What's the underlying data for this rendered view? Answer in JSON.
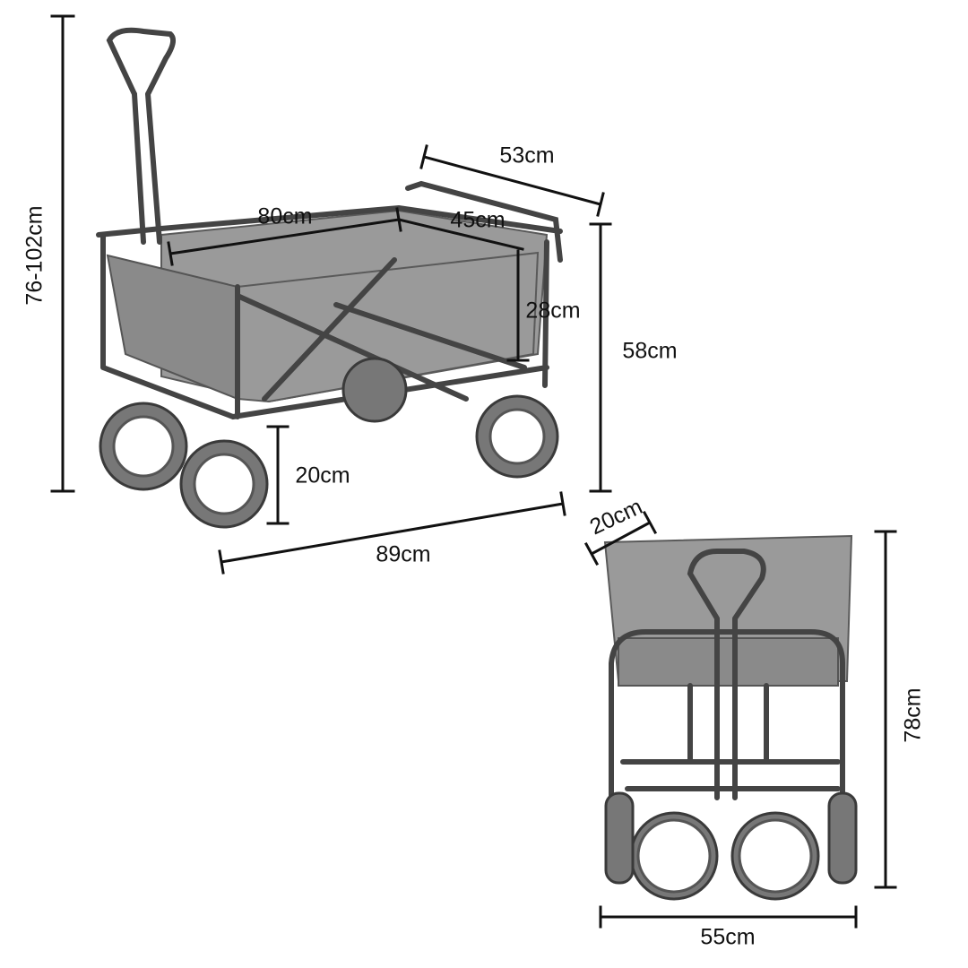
{
  "diagram": {
    "colors": {
      "line": "#111111",
      "fabric": "#9a9a9a",
      "frame": "#444444"
    },
    "side_view": {
      "handle_height": "76-102cm",
      "depth_top": "53cm",
      "length_inner": "80cm",
      "width_inner": "45cm",
      "basket_depth": "28cm",
      "total_height": "58cm",
      "wheel_diameter": "20cm",
      "total_length": "89cm"
    },
    "folded_view": {
      "folded_depth": "20cm",
      "folded_height": "78cm",
      "folded_width": "55cm"
    }
  }
}
